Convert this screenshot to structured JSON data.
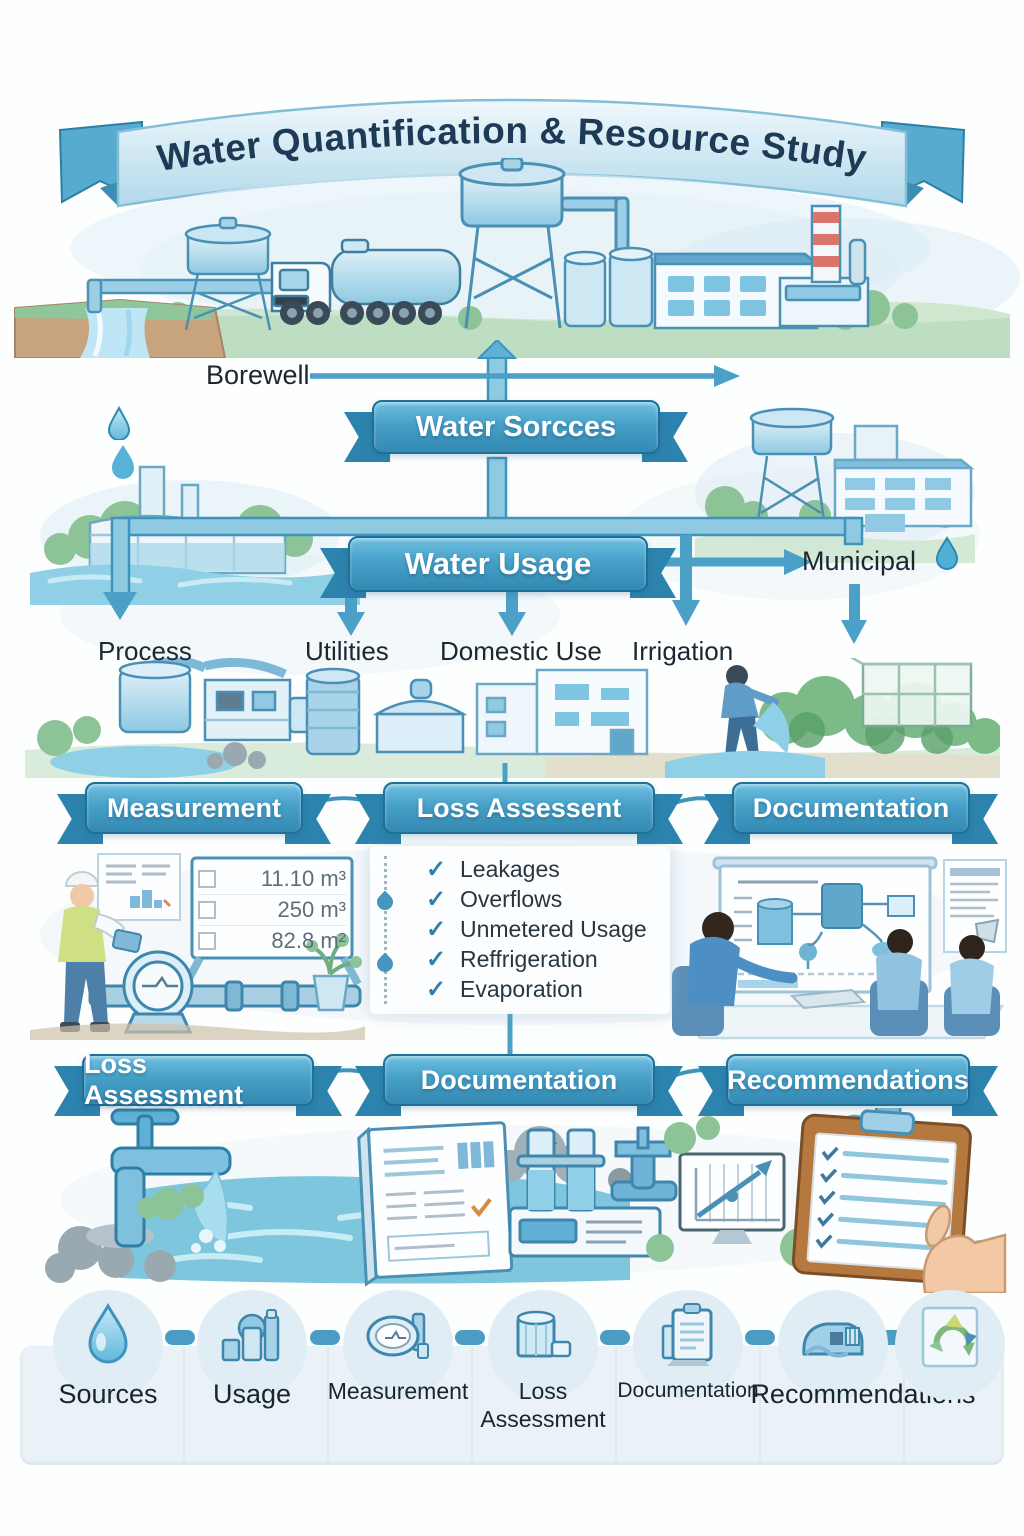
{
  "title": "Water Quantification & Resource Study",
  "flow": {
    "borewell_label": "Borewell",
    "sources_banner": "Water Sorcces",
    "usage_banner": "Water Usage",
    "municipal_label": "Municipal",
    "usage_categories": [
      "Process",
      "Utilities",
      "Domestic Use",
      "Irrigation"
    ]
  },
  "process_banners": [
    "Measurement",
    "Loss Assessent",
    "Documentation"
  ],
  "measurement_panel": {
    "readings": [
      "11.10 m³",
      "250 m³",
      "82.8 m²"
    ]
  },
  "loss_checklist": {
    "check_glyph": "✓",
    "items": [
      "Leakages",
      "Overflows",
      "Unmetered Usage",
      "Reffrigeration",
      "Evaporation"
    ]
  },
  "outcome_banners": [
    "Loss Assessment",
    "Documentation",
    "Recommendations"
  ],
  "bottom_nav": [
    {
      "label": "Sources",
      "icon": "water-drop-icon"
    },
    {
      "label": "Usage",
      "icon": "buildings-icon"
    },
    {
      "label": "Measurement",
      "icon": "water-meter-icon"
    },
    {
      "label": "Loss Assessment",
      "icon": "storage-tank-icon"
    },
    {
      "label": "Documentation",
      "icon": "clipboard-icon"
    },
    {
      "label": "Recommendations",
      "icon": "water-tanker-icon"
    }
  ],
  "colors": {
    "ribbon_blue": "#3d96bf",
    "pipe_blue": "#4aa0c6",
    "title_text": "#1d3a56",
    "check_teal": "#2f7fa8",
    "label_dark": "#1c2730"
  }
}
